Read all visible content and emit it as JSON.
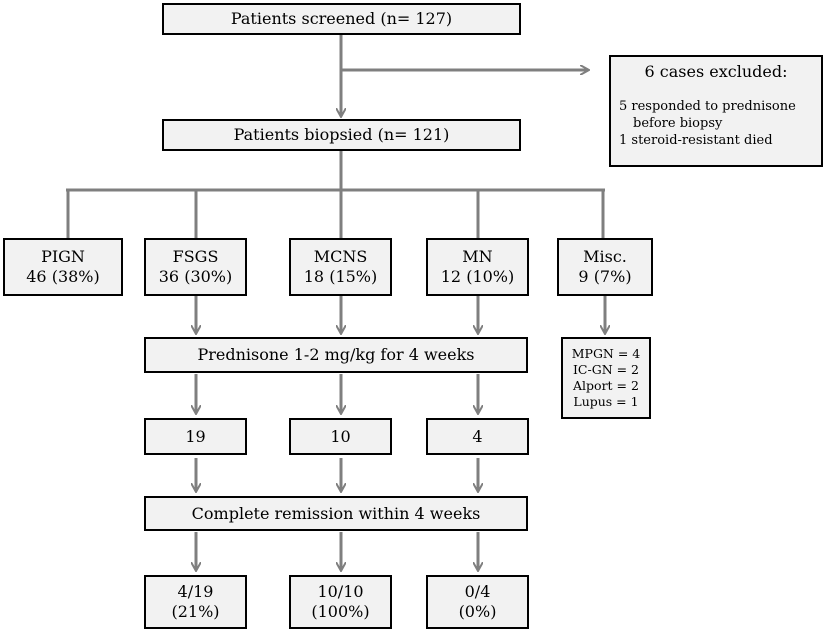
{
  "screened": "Patients screened (n= 127)",
  "excluded": {
    "title": "6 cases excluded:",
    "line1": "5 responded to prednisone",
    "line2": "before biopsy",
    "line3": "1 steroid-resistant died"
  },
  "biopsied": "Patients biopsied (n= 121)",
  "groups": [
    {
      "name": "PIGN",
      "count": "46 (38%)"
    },
    {
      "name": "FSGS",
      "count": "36 (30%)"
    },
    {
      "name": "MCNS",
      "count": "18 (15%)"
    },
    {
      "name": "MN",
      "count": "12 (10%)"
    },
    {
      "name": "Misc.",
      "count": "9 (7%)"
    }
  ],
  "misc_breakdown": [
    "MPGN = 4",
    "IC-GN = 2",
    "Alport = 2",
    "Lupus = 1"
  ],
  "treatment": "Prednisone 1-2 mg/kg for 4 weeks",
  "treated_counts": [
    "19",
    "10",
    "4"
  ],
  "remission": "Complete remission within 4 weeks",
  "outcomes": [
    {
      "ratio": "4/19",
      "pct": "(21%)"
    },
    {
      "ratio": "10/10",
      "pct": "(100%)"
    },
    {
      "ratio": "0/4",
      "pct": "(0%)"
    }
  ]
}
